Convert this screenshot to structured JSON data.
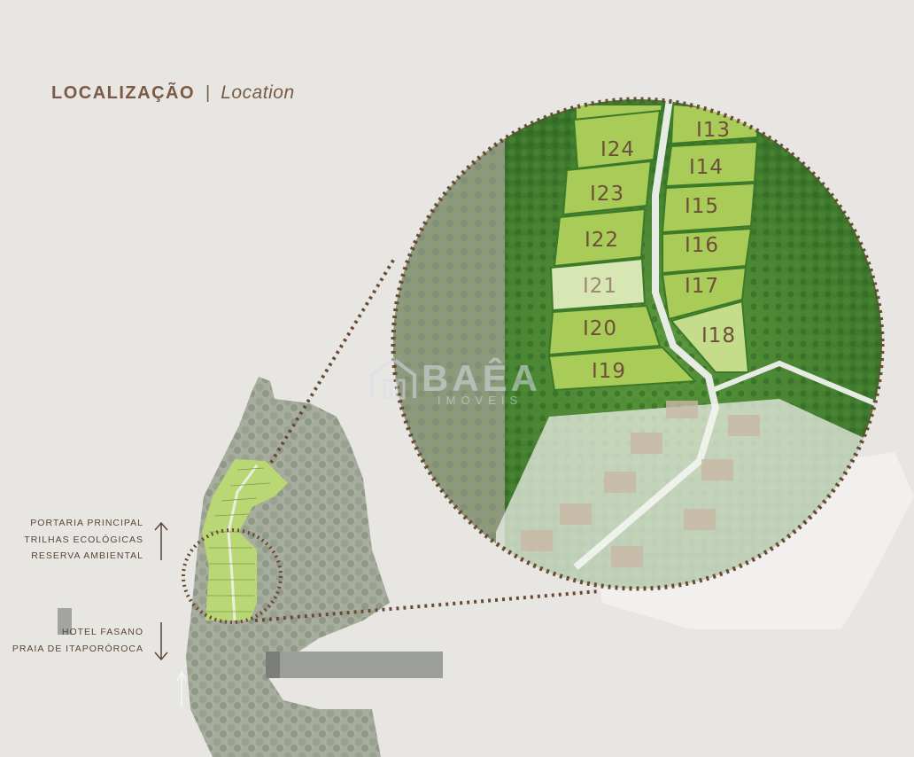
{
  "header": {
    "title": "LOCALIZAÇÃO",
    "separator": "|",
    "subtitle": "Location"
  },
  "map_labels": {
    "north": [
      "PORTARIA PRINCIPAL",
      "TRILHAS ECOLÓGICAS",
      "RESERVA AMBIENTAL"
    ],
    "south": [
      "HOTEL FASANO",
      "PRAIA DE ITAPORÓROCA"
    ]
  },
  "lots": [
    "I13",
    "I14",
    "I15",
    "I16",
    "I17",
    "I18",
    "I19",
    "I20",
    "I21",
    "I22",
    "I23",
    "I24"
  ],
  "watermark": {
    "brand": "BAÊA",
    "sub": "IMÓVEIS"
  },
  "colors": {
    "brown": "#7a5a44",
    "dotted_border": "#6b4a34",
    "lot_green": "#b7d46a",
    "forest": "#3f7a2c"
  }
}
